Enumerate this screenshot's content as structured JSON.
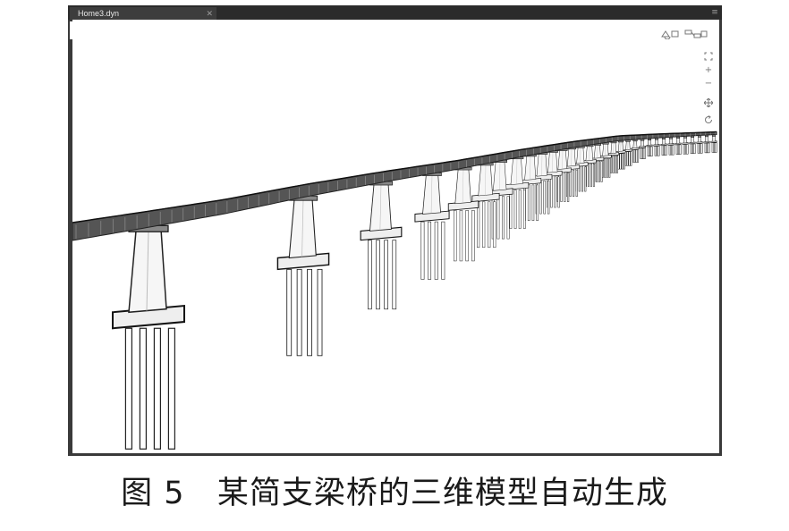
{
  "window": {
    "tab_title": "Home3.dyn",
    "tab_close_icon": "close-icon",
    "tab_menu_icon": "menu-icon"
  },
  "viewport": {
    "toolbar": {
      "geometry_view_icon": "geometry-view-icon",
      "graph_view_icon": "graph-view-icon",
      "zoom_fit_icon": "zoom-fit-icon",
      "zoom_in_icon": "zoom-in-icon",
      "zoom_out_icon": "zoom-out-icon",
      "pan_icon": "pan-icon",
      "orbit_icon": "orbit-icon"
    },
    "scene": "3d-bridge-model"
  },
  "caption": {
    "figure_label": "图 5",
    "text": "某简支梁桥的三维模型自动生成"
  }
}
